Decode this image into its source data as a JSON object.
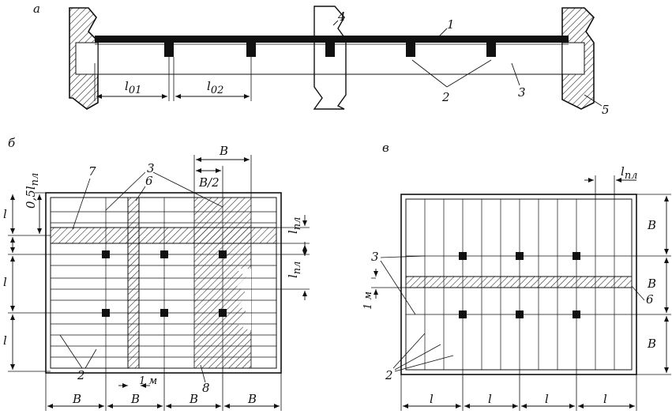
{
  "panels": {
    "a": "а",
    "b": "б",
    "v": "в"
  },
  "top": {
    "num1": "1",
    "num2": "2",
    "num3": "3",
    "num4": "4",
    "num5": "5",
    "dim_l01": "l",
    "dim_l01_sub": "01",
    "dim_l02": "l",
    "dim_l02_sub": "02"
  },
  "left": {
    "B_top": "B",
    "B_half": "B/2",
    "half_l_main": "0,5l",
    "half_l_sub": "пл",
    "lpl_main": "l",
    "lpl_sub": "пл",
    "l": "l",
    "B": "B",
    "one_m": "1 м",
    "num2": "2",
    "num3": "3",
    "num6": "6",
    "num7": "7",
    "num8": "8"
  },
  "right": {
    "lpl_main": "l",
    "lpl_sub": "пл",
    "B": "B",
    "l": "l",
    "one_m": "1 м",
    "num2": "2",
    "num3": "3",
    "num6": "6"
  }
}
